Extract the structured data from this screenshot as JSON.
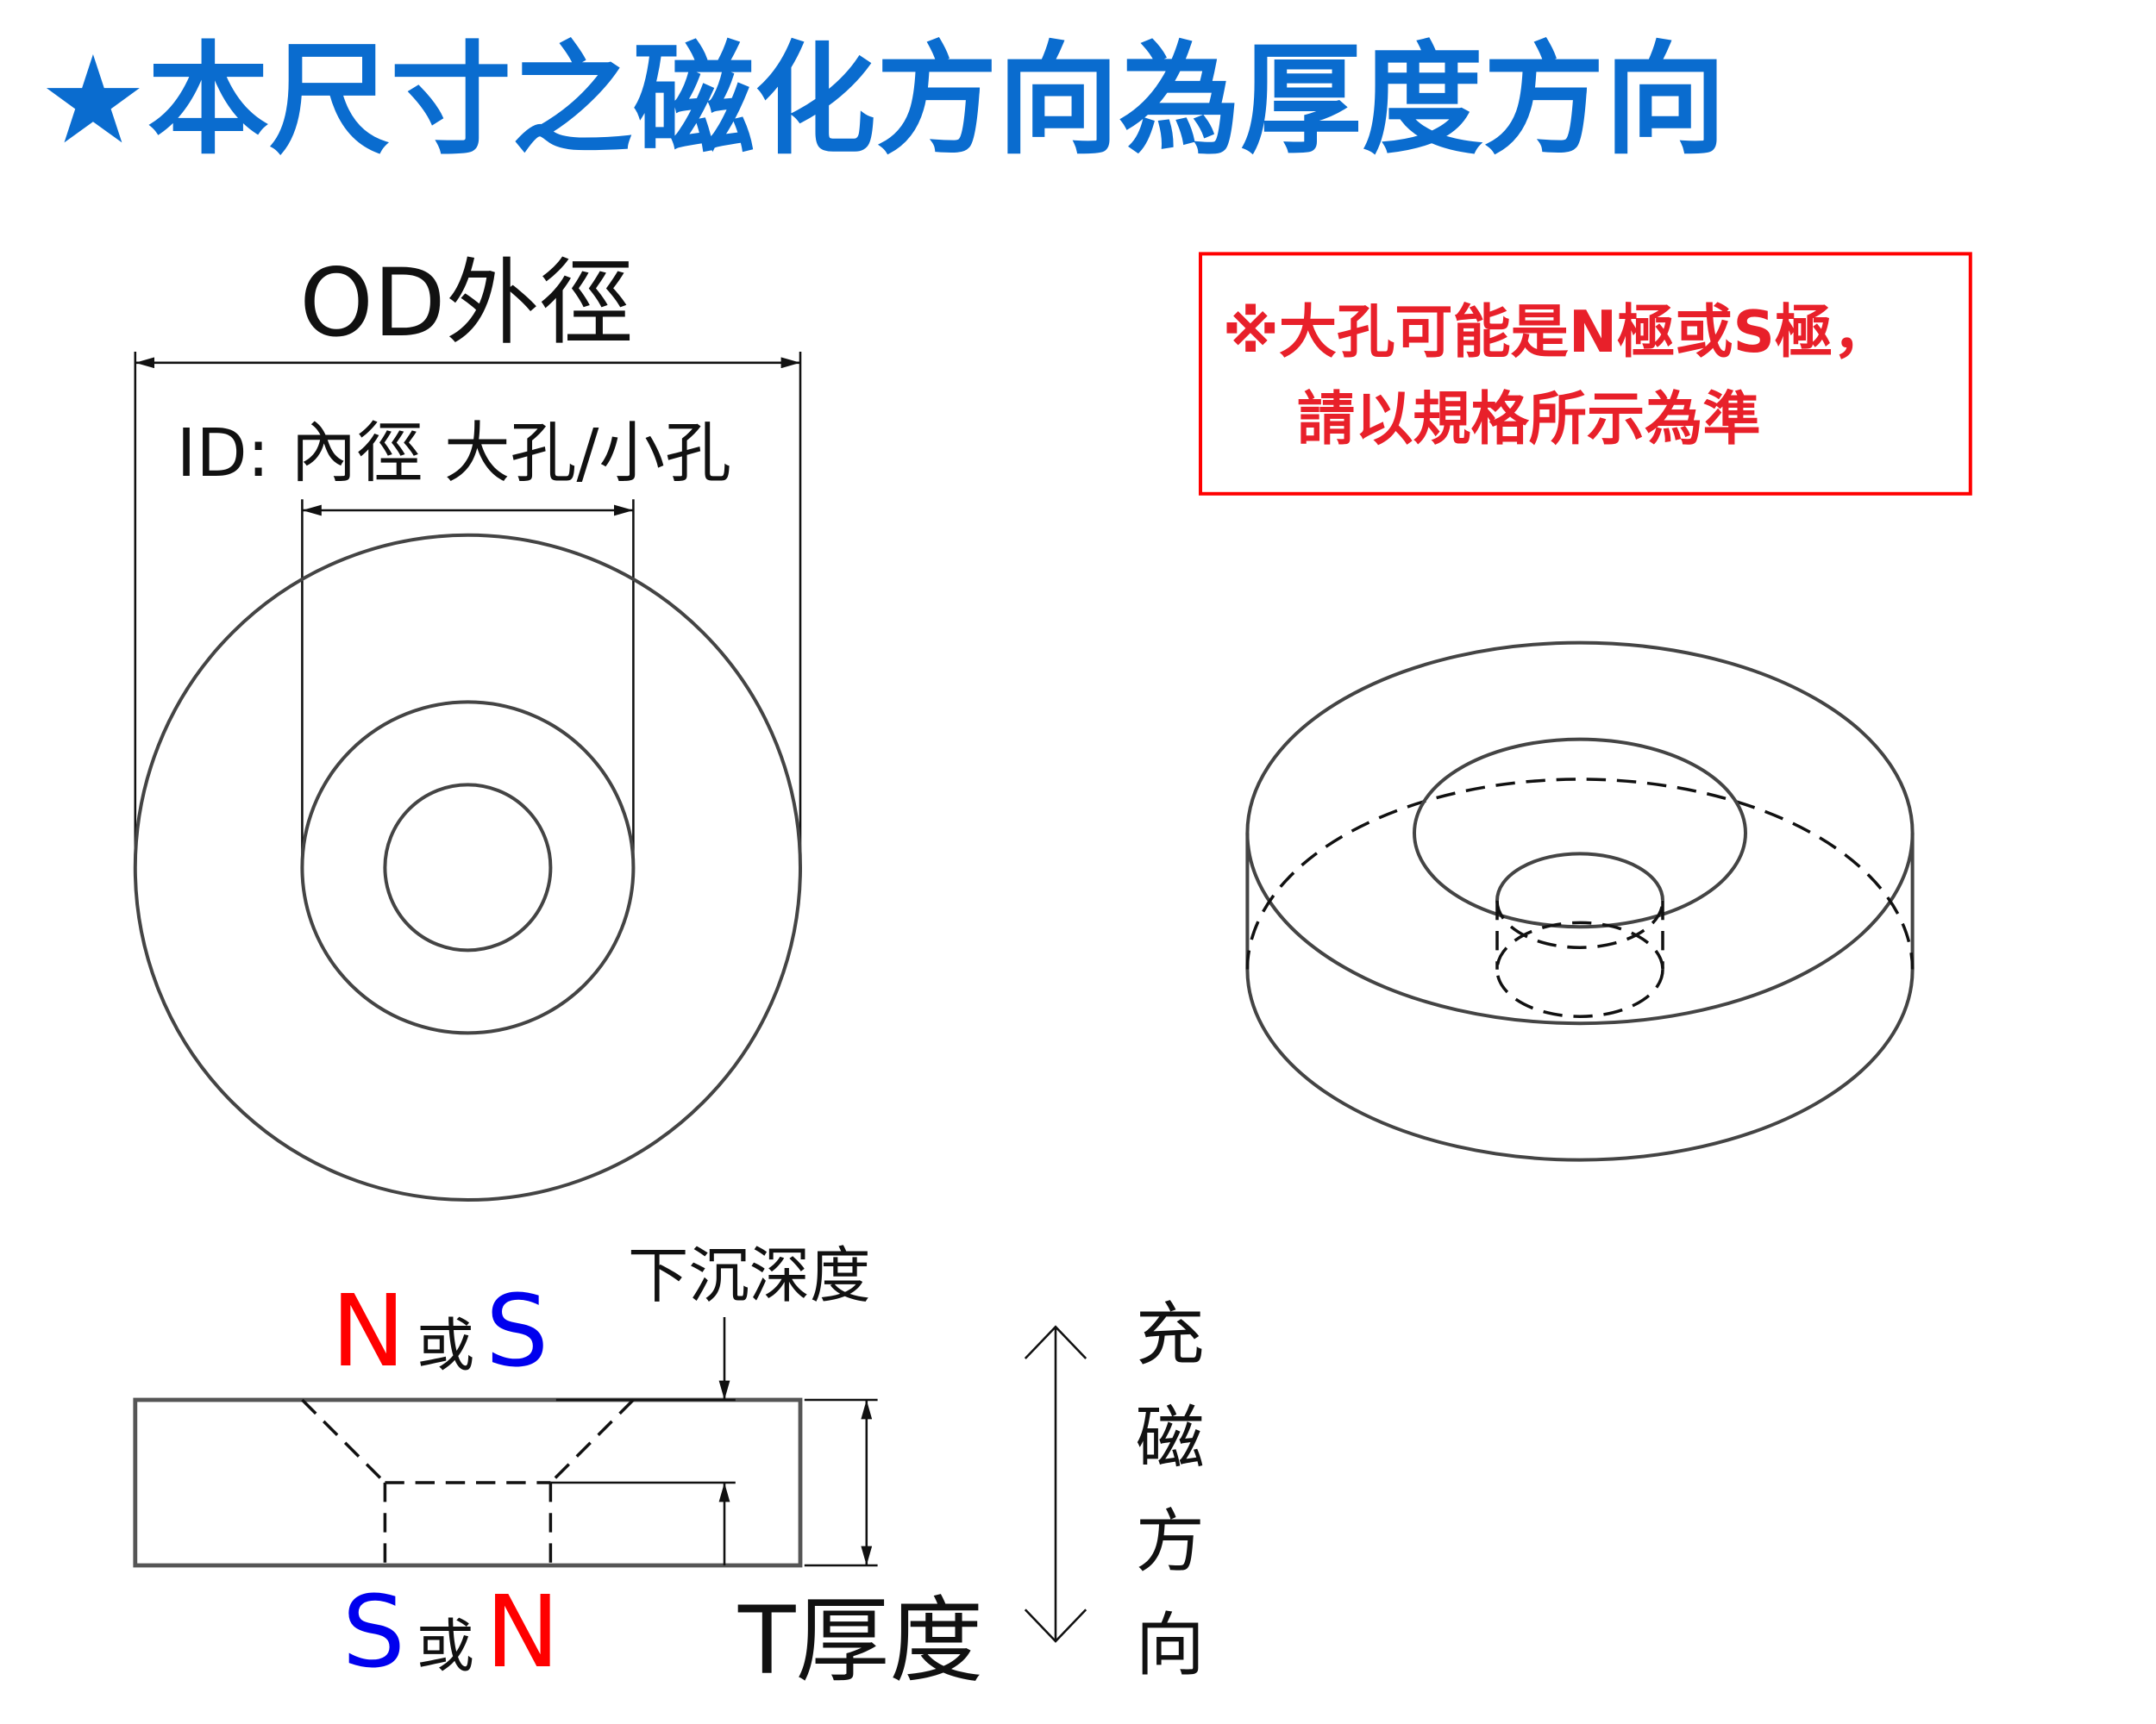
{
  "title": {
    "star": "★",
    "text": "本尺寸之磁化方向為厚度方向",
    "color": "#0a6ccf"
  },
  "top_view": {
    "od_label": "OD外徑",
    "id_label": "ID: 內徑 大孔/小孔"
  },
  "note": {
    "line1": "※大孔可能是N極或S極，",
    "line2": "請以規格所示為準",
    "color": "#e8202a"
  },
  "section": {
    "depth_label": "下沉深度",
    "top_pole": {
      "n": "N",
      "or": "或",
      "s": "S"
    },
    "bottom_pole": {
      "s": "S",
      "or": "或",
      "n": "N"
    },
    "thickness_label": "T厚度",
    "magnetization": [
      "充",
      "磁",
      "方",
      "向"
    ],
    "north_color": "#ff0000",
    "south_color": "#0000ee"
  }
}
